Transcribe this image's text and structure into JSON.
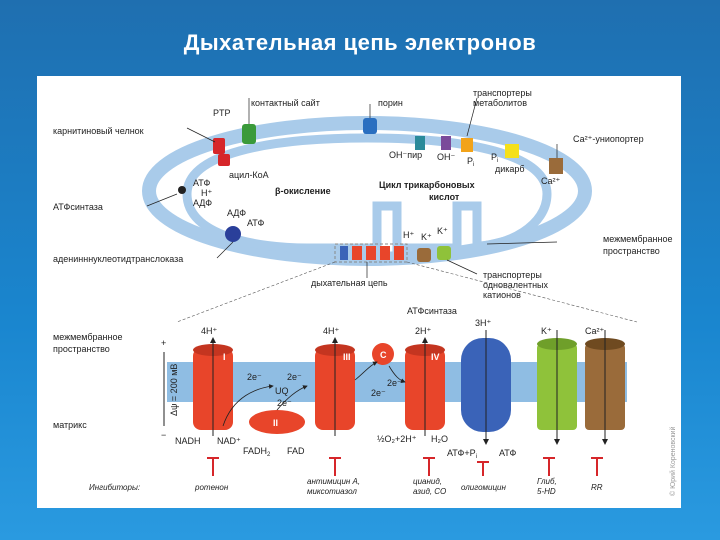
{
  "title": "Дыхательная цепь электронов",
  "colors": {
    "background": "#1a7fc4",
    "membrane": "#7fb3e0",
    "complex": "#e8452a",
    "atp_synthase": "#3a63b8",
    "k_channel": "#8fc23a",
    "ca_channel": "#9a6b3a",
    "inhibitor": "#d6262a"
  },
  "mito": {
    "ptp": "PTP",
    "contact_site": "контактный сайт",
    "porin": "порин",
    "metabolite_transporters_1": "транспортеры",
    "metabolite_transporters_2": "метаболитов",
    "carnitine_shuttle": "карнитиновый челнок",
    "ca_uniporter": "Са²⁺-униопортер",
    "oh_pyr": "OH⁻пир",
    "oh": "OH⁻",
    "pi_1": "P",
    "pi_1_sub": "i",
    "pi_2": "P",
    "pi_2_sub": "i",
    "dicarb": "дикарб",
    "ca2_inside": "Ca²⁺",
    "acyl_coa": "ацил-КоА",
    "beta_ox": "β-окисление",
    "tca_1": "Цикл трикарбоновых",
    "tca_2": "кислот",
    "atp_in": "АТФ",
    "h_in": "H⁺",
    "adp_in": "АДФ",
    "atp_synthase": "АТФсинтаза",
    "adp2": "АДФ",
    "atp2": "АТФ",
    "h_plus": "H⁺",
    "k_1": "K⁺",
    "k_2": "K⁺",
    "intermembrane_1": "межмембранное",
    "intermembrane_2": "пространство",
    "ant": "аденинннуклеотидтранслоказа",
    "monovalent_1": "транспортеры",
    "monovalent_2": "одновалентных",
    "monovalent_3": "катионов",
    "resp_chain": "дыхательная цепь"
  },
  "chain": {
    "atp_synthase_label": "АТФсинтаза",
    "intermembrane_1": "межмембранное",
    "intermembrane_2": "пространство",
    "matrix": "матрикс",
    "plus": "+",
    "minus": "−",
    "delta_psi": "Δψ = 200 мВ",
    "h4_1": "4H⁺",
    "h4_2": "4H⁺",
    "h2": "2H⁺",
    "h3": "3H⁺",
    "k": "K⁺",
    "ca": "Ca²⁺",
    "c1": "I",
    "c2": "II",
    "c3": "III",
    "c4": "IV",
    "cyt_c": "C",
    "e1": "2e⁻",
    "e2": "2e⁻",
    "e3": "2e⁻",
    "e4": "2e⁻",
    "e5": "2e⁻",
    "uq": "UQ",
    "nadh": "NADH",
    "nad": "NAD⁺",
    "fadh2": "FADH",
    "fadh2_sub": "2",
    "fad": "FAD",
    "o2": "½O₂+2H⁺",
    "h2o": "H₂O",
    "atp_pi": "АТФ+P",
    "atp_pi_sub": "i",
    "atp": "АТФ",
    "inhibitors_label": "Ингибиторы:",
    "inh_rotenone": "ротенон",
    "inh_antimycin_1": "антимицин А,",
    "inh_antimycin_2": "миксотиазол",
    "inh_cyanide_1": "цианид,",
    "inh_cyanide_2": "азид, СО",
    "inh_oligo": "олигомицин",
    "inh_glib_1": "Глиб,",
    "inh_glib_2": "5-HD",
    "inh_rr": "RR"
  },
  "copyright": "© Юрий Кореновский"
}
